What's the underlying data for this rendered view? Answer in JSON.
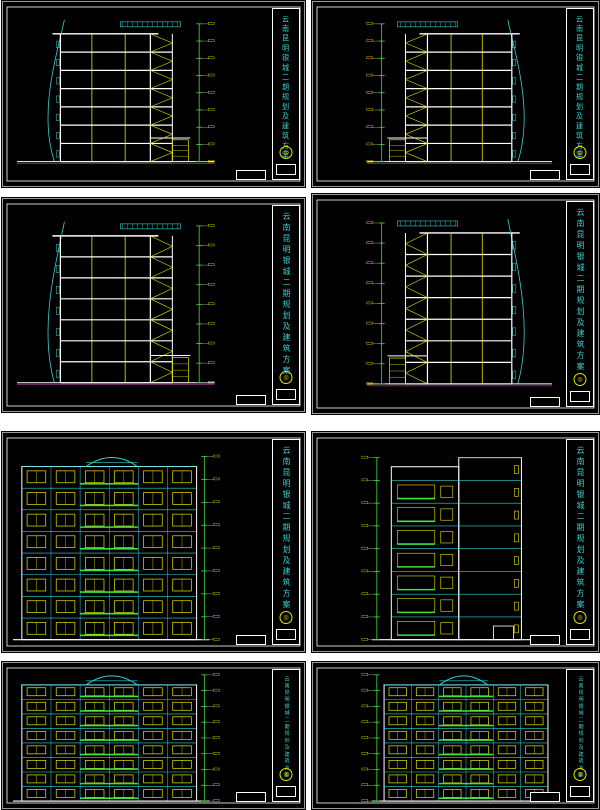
{
  "canvas": {
    "background": "#ffffff",
    "sheet_bg": "#000000"
  },
  "colors": {
    "structure": "#ffffff",
    "cyan": "#37d2d2",
    "yellow": "#e6e600",
    "green": "#3fe03f",
    "magenta": "#d64cd6",
    "gray": "#9a9a9a"
  },
  "title_block": {
    "project_title": "云南昆明银城二期规划及建筑方案",
    "logo_icon": "seal-icon"
  },
  "sheets": [
    {
      "view": "section",
      "mirror": false
    },
    {
      "view": "section",
      "mirror": true
    },
    {
      "view": "section",
      "mirror": false
    },
    {
      "view": "section",
      "mirror": true
    },
    {
      "view": "front-elevation",
      "mirror": false
    },
    {
      "view": "side-elevation",
      "mirror": true
    },
    {
      "view": "front-elevation",
      "mirror": false
    },
    {
      "view": "front-elevation",
      "mirror": true
    }
  ]
}
